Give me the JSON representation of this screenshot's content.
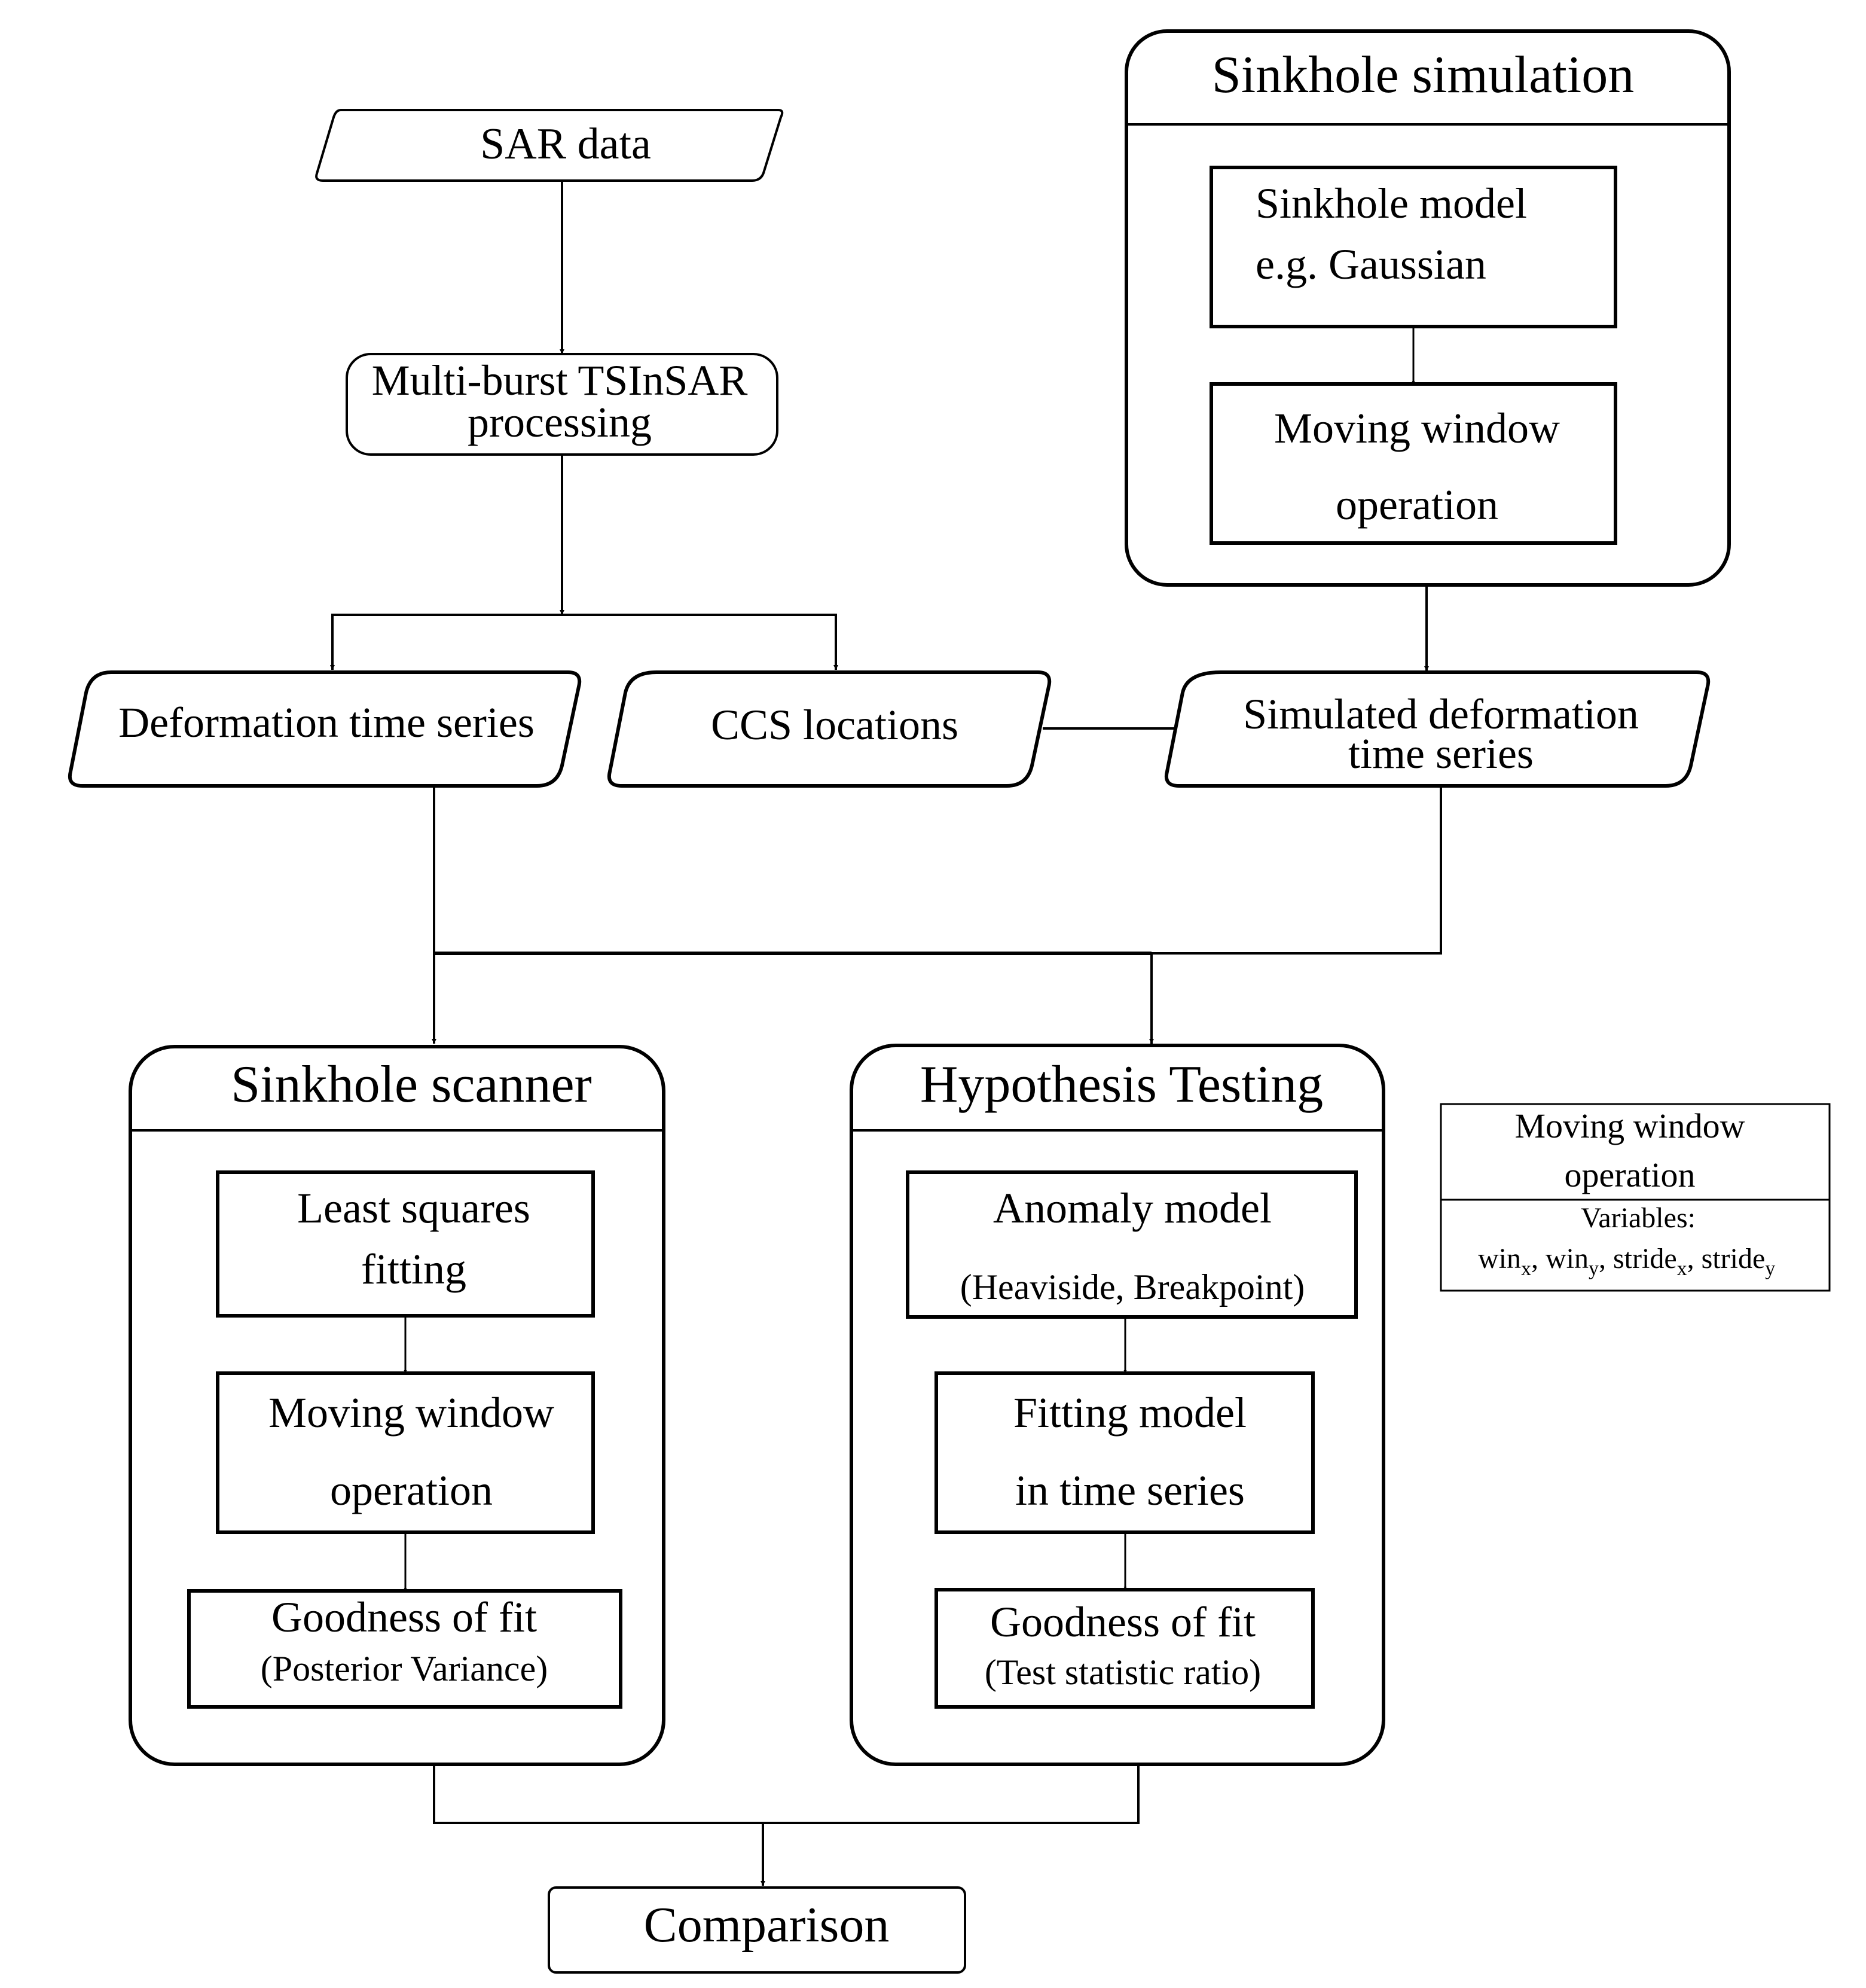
{
  "nodes": {
    "sar_data": "SAR data",
    "tsinsar": [
      "Multi-burst TSInSAR",
      "processing"
    ],
    "deformation_ts": "Deformation time series",
    "ccs_locations": "CCS locations",
    "simulated_ts": [
      "Simulated deformation",
      "time series"
    ],
    "comparison": "Comparison"
  },
  "sinkhole_simulation": {
    "title": "Sinkhole simulation",
    "model": [
      "Sinkhole model",
      "e.g. Gaussian"
    ],
    "moving_window": [
      "Moving window",
      "operation"
    ]
  },
  "sinkhole_scanner": {
    "title": "Sinkhole scanner",
    "least_squares": [
      "Least squares",
      "fitting"
    ],
    "moving_window": [
      "Moving window",
      "operation"
    ],
    "goodness": [
      "Goodness of fit",
      "(Posterior Variance)"
    ]
  },
  "hypothesis_testing": {
    "title": "Hypothesis Testing",
    "anomaly": [
      "Anomaly model",
      "(Heaviside, Breakpoint)"
    ],
    "fitting": [
      "Fitting model",
      "in time series"
    ],
    "goodness": [
      "Goodness of fit",
      "(Test statistic ratio)"
    ]
  },
  "legend": {
    "title": [
      "Moving window",
      "operation"
    ],
    "variables_label": "Variables:",
    "variables": [
      {
        "base": "win",
        "sub": "x"
      },
      {
        "base": "win",
        "sub": "y"
      },
      {
        "base": "stride",
        "sub": "x"
      },
      {
        "base": "stride",
        "sub": "y"
      }
    ]
  }
}
